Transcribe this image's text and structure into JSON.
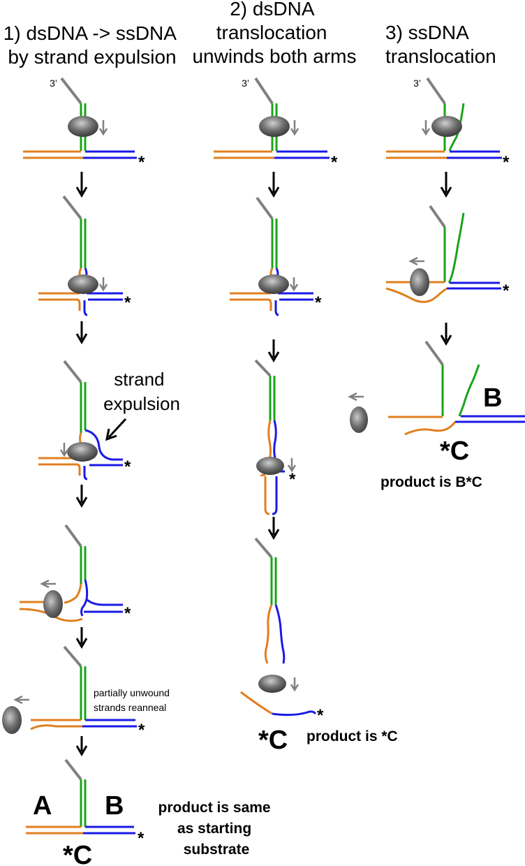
{
  "columns": [
    {
      "title_lines": [
        "1) dsDNA -> ssDNA",
        "by strand expulsion"
      ]
    },
    {
      "title_lines": [
        "2) dsDNA",
        "translocation",
        "unwinds both arms"
      ]
    },
    {
      "title_lines": [
        "3) ssDNA",
        "translocation"
      ]
    }
  ],
  "end_label": "3’",
  "star": "*",
  "annotations": {
    "strand_expulsion_lines": [
      "strand",
      "expulsion"
    ],
    "reanneal_lines": [
      "partially unwound",
      "strands reanneal"
    ]
  },
  "strand_labels": {
    "A": "A",
    "B": "B",
    "C": "*C"
  },
  "products": {
    "col1_lines": [
      "product is same",
      "as starting",
      "substrate"
    ],
    "col2": "product is *C",
    "col3": "product is B*C"
  },
  "colors": {
    "orange_strand": "#e07f1f",
    "blue_strand": "#1a1ae6",
    "green_strand": "#1aa31a",
    "grey_strand": "#808080",
    "enzyme": "#5a5a5a"
  }
}
